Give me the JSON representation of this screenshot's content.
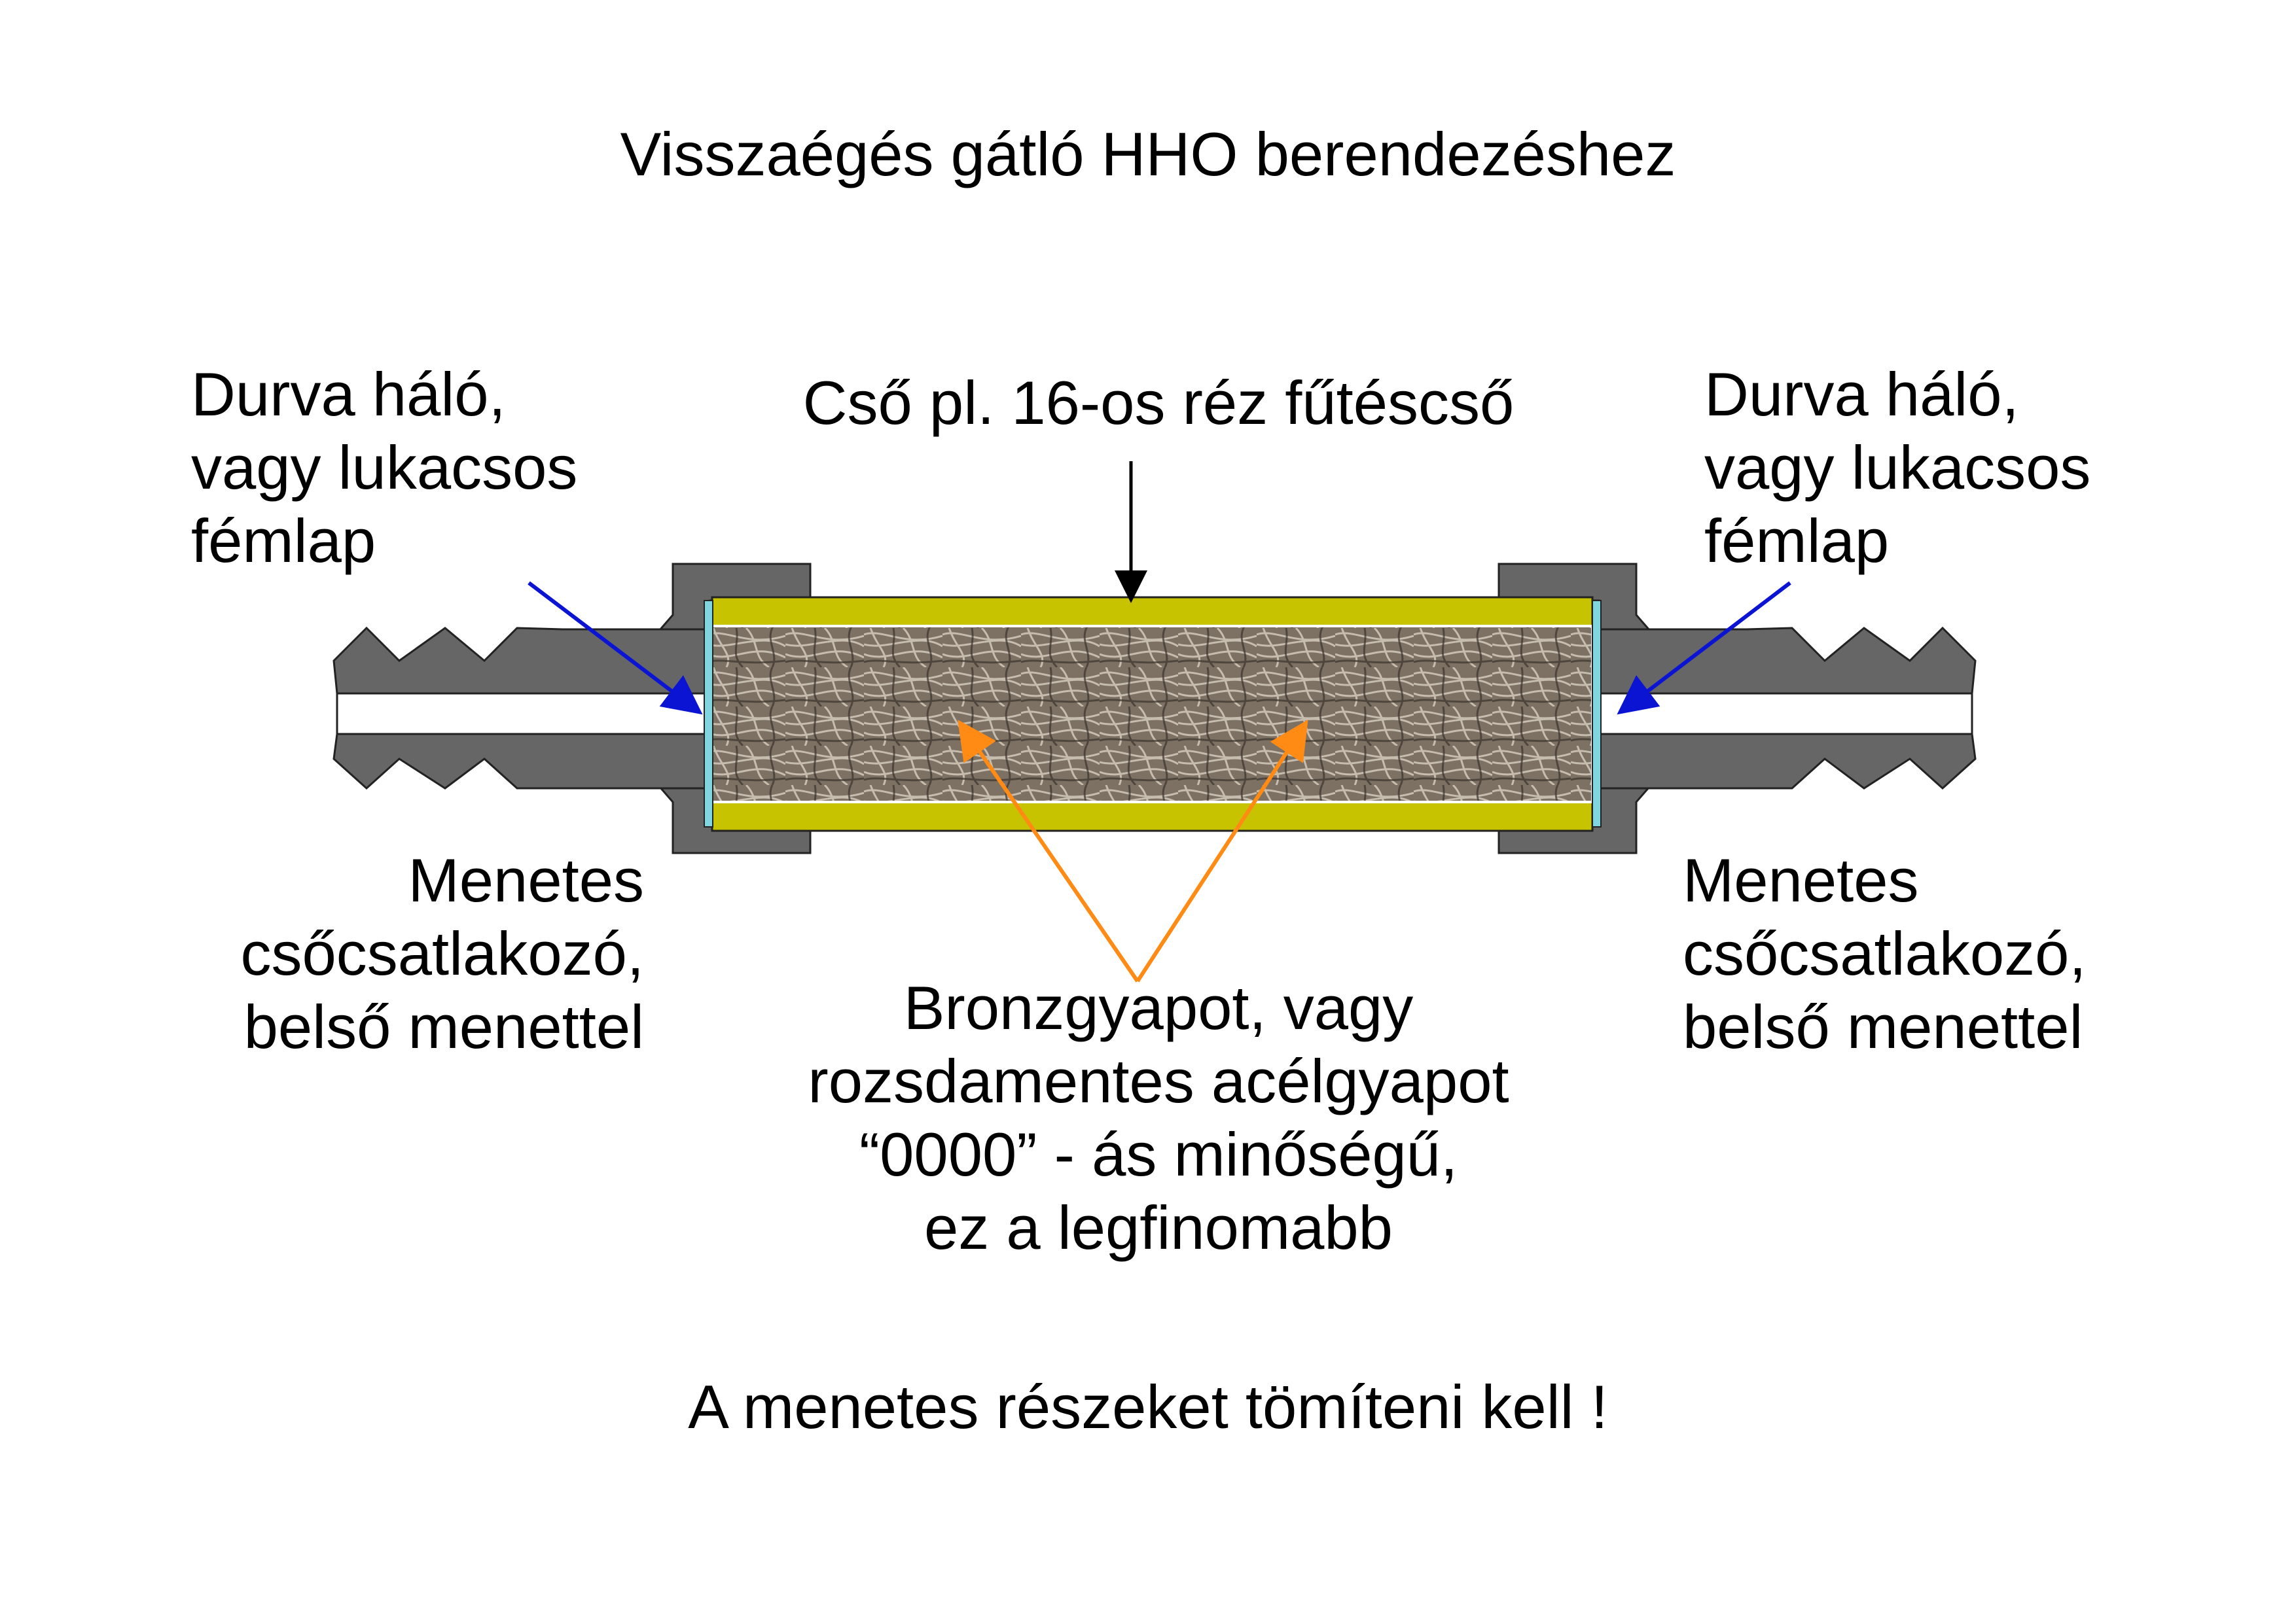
{
  "title": "Visszaégés gátló HHO berendezéshez",
  "labels": {
    "pipe": [
      "Cső pl. 16-os réz fűtéscső"
    ],
    "mesh_left": [
      "Durva háló,",
      "vagy lukacsos",
      "fémlap"
    ],
    "mesh_right": [
      "Durva háló,",
      "vagy lukacsos",
      "fémlap"
    ],
    "fitting_left": [
      "Menetes",
      "csőcsatlakozó,",
      "belső menettel"
    ],
    "fitting_right": [
      "Menetes",
      "csőcsatlakozó,",
      "belső menettel"
    ],
    "wool": [
      "Bronzgyapot, vagy",
      "rozsdamentes acélgyapot",
      "“0000” - ás minőségű,",
      "ez a legfinomabb"
    ]
  },
  "footer": "A menetes részeket tömíteni kell !",
  "colors": {
    "fitting": "#666666",
    "pipe_wall": "#c7c300",
    "wool": "#7d7164",
    "mesh": "#7fd6e0",
    "arrow_mesh": "#0a14d2",
    "arrow_pipe": "#000000",
    "arrow_wool": "#ff8a14"
  }
}
